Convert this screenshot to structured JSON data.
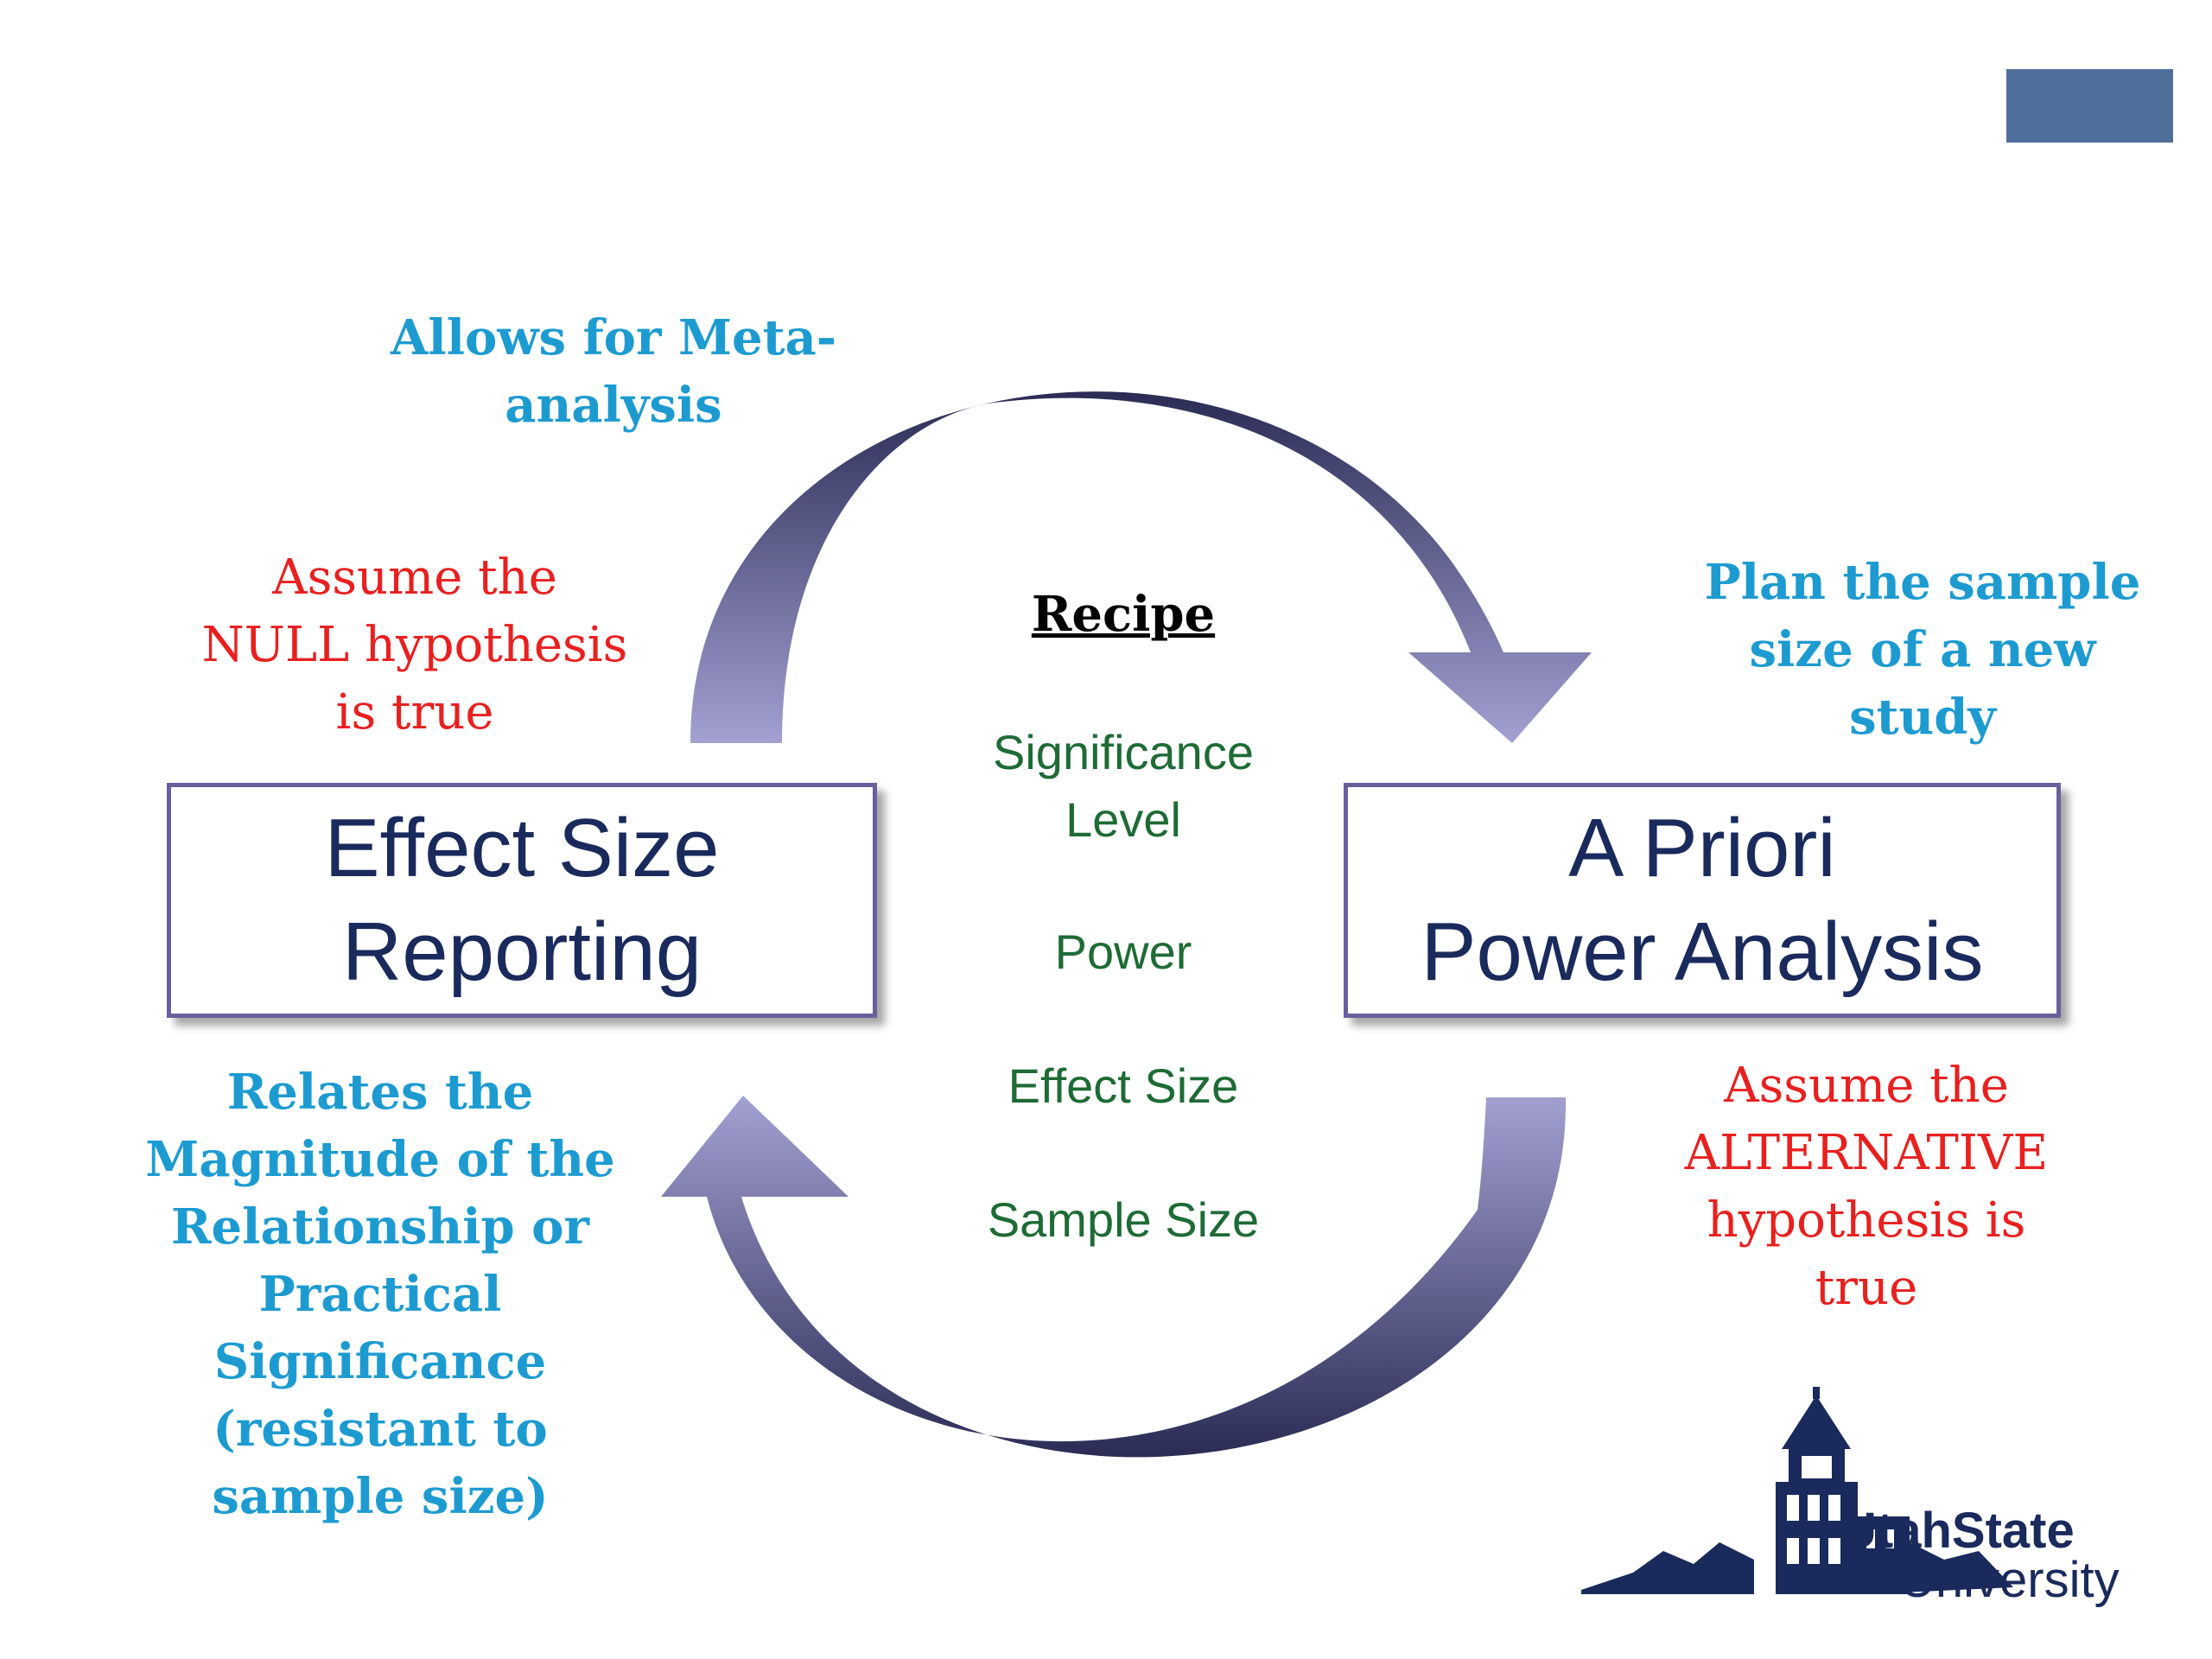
{
  "effect_box": {
    "line1": "Effect Size",
    "line2": "Reporting"
  },
  "power_box": {
    "line1": "A Priori",
    "line2": "Power Analysis"
  },
  "notes": {
    "meta": [
      "Allows for Meta-",
      "analysis"
    ],
    "null": [
      "Assume the",
      "NULL hypothesis",
      "is true"
    ],
    "plan": [
      "Plan the sample",
      "size of a new",
      "study"
    ],
    "alt": [
      "Assume the",
      "ALTERNATIVE",
      "hypothesis is",
      "true"
    ],
    "relates": [
      "Relates the",
      "Magnitude of the",
      "Relationship or",
      "Practical",
      "Significance",
      "(resistant to",
      "sample size)"
    ]
  },
  "recipe": {
    "title": "Recipe",
    "significance": [
      "Significance",
      "Level"
    ],
    "power": "Power",
    "effect_size": "Effect Size",
    "sample_size": "Sample Size"
  },
  "logo": {
    "line1": "UtahState",
    "line2": "University"
  },
  "colors": {
    "box_text": "#1a2a5c",
    "box_border": "#6a5f9d",
    "blue_note": "#1d9bd1",
    "red_note": "#e8201f",
    "recipe_green": "#1e6b35",
    "corner_rect": "#4f6f9b",
    "arrow_light": "#a09cce",
    "arrow_dark": "#2a2c55"
  }
}
